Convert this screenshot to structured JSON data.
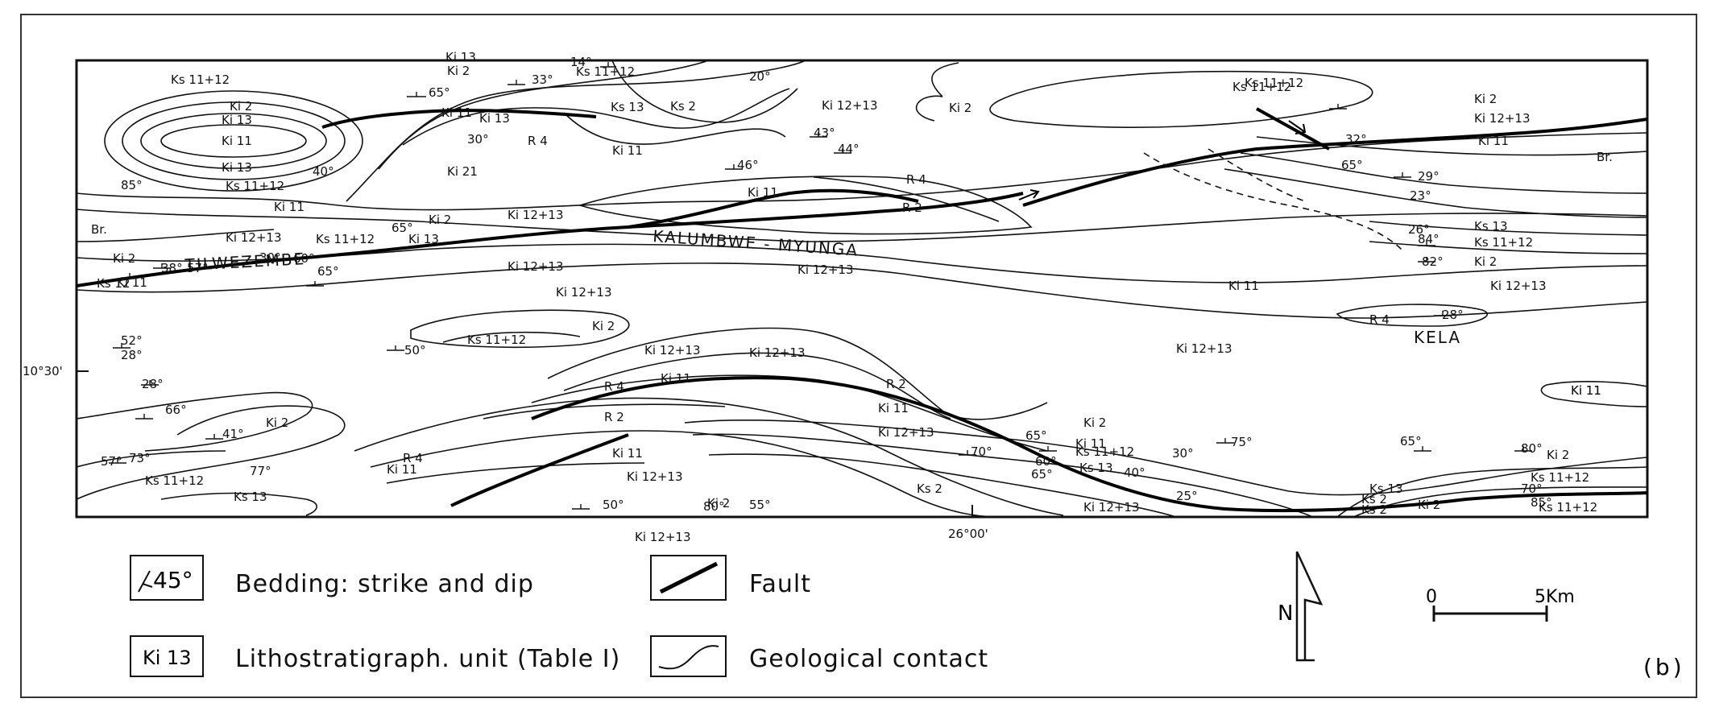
{
  "map": {
    "place_names": {
      "kalumbwe": "KALUMBWE - MYUNGA",
      "tilwezembe": "TILWEZEMBE",
      "kela": "KELA"
    },
    "coordinates": {
      "latitude": "10°30'",
      "longitude": "26°00'"
    },
    "unit_labels": [
      "Ks 11+12",
      "Ki 13",
      "Ki 2",
      "Ks 11+12",
      "Ki 2",
      "Ki 13",
      "Ki 11",
      "Ki 13",
      "Ki 11",
      "Ki 13",
      "Ks 11+12",
      "Ks 13",
      "Ks 2",
      "Ki 12+13",
      "Ki 2",
      "Ks 11+12",
      "Ki 2",
      "Ki 12+13",
      "Ki 11",
      "R 4",
      "Ki 11",
      "Ki 21",
      "Ki 12+13",
      "Ki 11",
      "R 4",
      "R 2",
      "Ki 11",
      "Ki 12+13",
      "Ki 2",
      "Ks 11+12",
      "Ki 2",
      "Ki 11",
      "Ks 12",
      "Ki 13",
      "Ki 12+13",
      "Ki 11",
      "Ki 12+13",
      "Ki 2",
      "Ki 12+13",
      "Ki 12+13",
      "Ks 11+12",
      "R 4",
      "Ki 12+13",
      "Ks 13",
      "Ks 11+12",
      "Ki 2",
      "Ki 12+13",
      "Ki 11",
      "Ki 12+13",
      "Ki 11",
      "R 4",
      "R 2",
      "R 2",
      "Ki 11",
      "Ki 12+13",
      "Ki 2",
      "Ks 11+12",
      "Ks 13",
      "Ki 12+13",
      "Ki 2",
      "R 4",
      "Ki 11",
      "Ki 11",
      "Ki 12+13",
      "Ks 2",
      "Ki 12+13",
      "Ks 11+12",
      "Ks 13",
      "Ki 11",
      "Ks 11+12",
      "Ki 2",
      "Ki 11",
      "Ki 2",
      "Ks 11+12",
      "Ks 2",
      "Ks 13",
      "Ks 2",
      "Ki 2",
      "Ks 11+12",
      "Br.",
      "Br."
    ],
    "dip_labels": [
      "65°",
      "33°",
      "14°",
      "20°",
      "30°",
      "40°",
      "85°",
      "43°",
      "44°",
      "46°",
      "65°",
      "30°",
      "57°",
      "38°",
      "60°",
      "65°",
      "52°",
      "28°",
      "28°",
      "66°",
      "41°",
      "57°",
      "73°",
      "77°",
      "50°",
      "80°",
      "55°",
      "70°",
      "65°",
      "60°",
      "30°",
      "65°",
      "40°",
      "25°",
      "75°",
      "65°",
      "80°",
      "85°",
      "70°",
      "32°",
      "65°",
      "29°",
      "23°",
      "26°",
      "84°",
      "82°",
      "28°",
      "50°"
    ]
  },
  "legend": {
    "bedding_symbol": "45°",
    "bedding_label": "Bedding: strike and dip",
    "unit_symbol": "Ki 13",
    "unit_label": "Lithostratigraph. unit (Table I)",
    "fault_label": "Fault",
    "contact_label": "Geological contact"
  },
  "north_arrow": {
    "label": "N"
  },
  "scale_bar": {
    "start": "0",
    "end": "5Km"
  },
  "panel_label": "(b)"
}
